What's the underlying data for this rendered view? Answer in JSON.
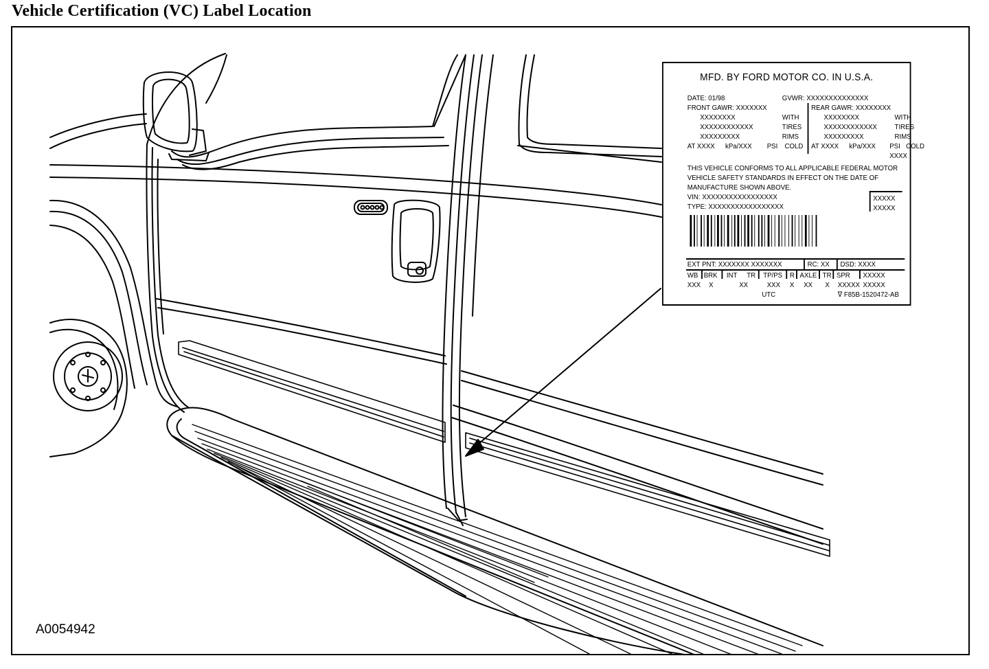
{
  "page_title": "Vehicle Certification (VC) Label Location",
  "figure_id": "A0054942",
  "label": {
    "header": "MFD. BY FORD MOTOR CO. IN U.S.A.",
    "date": "DATE: 01/98",
    "gvwr": "GVWR:  XXXXXXXXXXXXXX",
    "front": {
      "heading": "FRONT GAWR: XXXXXXX",
      "lines": [
        "XXXXXXXX",
        "XXXXXXXXXXXX",
        "XXXXXXXXX"
      ],
      "words": [
        "WITH",
        "TIRES",
        "RIMS"
      ],
      "at_line": [
        "AT XXXX",
        "kPa/XXX",
        "PSI",
        "COLD"
      ]
    },
    "rear": {
      "heading": "REAR GAWR: XXXXXXXX",
      "lines": [
        "XXXXXXXX",
        "XXXXXXXXXXXX",
        "XXXXXXXXX"
      ],
      "words": [
        "WITH",
        "TIRES",
        "RIMS"
      ],
      "at_line": [
        "AT XXXX",
        "kPa/XXX",
        "PSI",
        "COLD"
      ],
      "extra": "XXXX"
    },
    "conform_text": [
      "THIS VEHICLE CONFORMS TO ALL APPLICABLE FEDERAL MOTOR",
      "VEHICLE SAFETY STANDARDS IN EFFECT ON THE DATE OF",
      "MANUFACTURE SHOWN ABOVE."
    ],
    "vin": "VIN:     XXXXXXXXXXXXXXXXX",
    "type": "TYPE:  XXXXXXXXXXXXXXXXX",
    "box_codes": [
      "XXXXX",
      "XXXXX"
    ],
    "ext_pnt": "EXT PNT:   XXXXXXX  XXXXXXX",
    "rc": "RC:   XX",
    "dsd": "DSD:   XXXX",
    "bottom_headers": [
      "WB",
      "BRK",
      "INT",
      "TR",
      "TP/PS",
      "R",
      "AXLE",
      "TR",
      "SPR",
      "XXXXX"
    ],
    "bottom_values": [
      "XXX",
      "X",
      "XX",
      "XXX",
      "X",
      "XX",
      "X",
      "XXXXX",
      "XXXXX"
    ],
    "utc": "UTC",
    "part_number": "∇ F85B-1520472-AB"
  }
}
